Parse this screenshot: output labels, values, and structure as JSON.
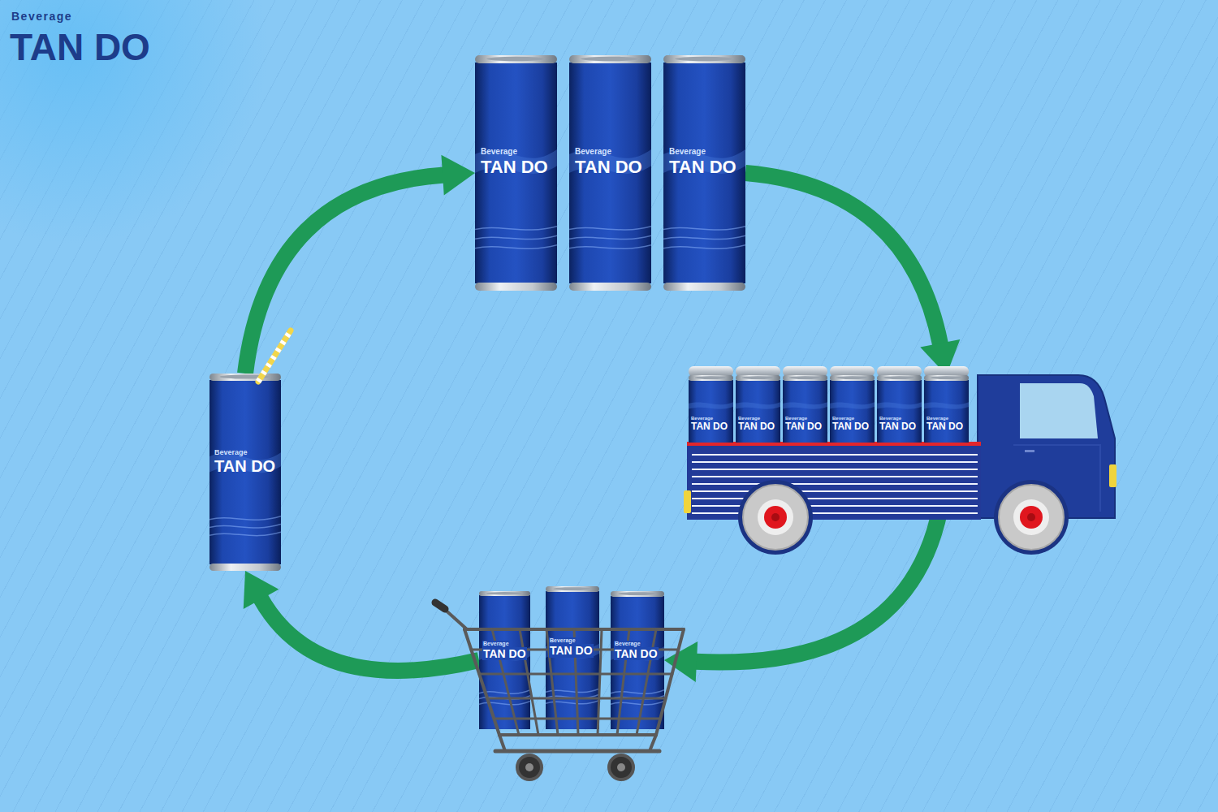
{
  "diagram": {
    "nodes": [
      {
        "text": [
          "Beverage",
          "TAN DO"
        ]
      },
      {
        "text": [
          "Beverage",
          "TAN DO"
        ]
      },
      {
        "text": [
          "Beverage",
          "TAN DO"
        ]
      },
      {
        "text": [
          "Beverage",
          "TAN DO"
        ]
      },
      {
        "text": [
          "Beverage",
          "TAN DO"
        ]
      },
      {
        "text": [
          "Beverage",
          "TAN DO"
        ]
      },
      {
        "text": [
          "Beverage",
          "TAN DO"
        ]
      },
      {
        "text": [
          "Beverage",
          "TAN DO"
        ]
      },
      {
        "text": [
          "Beverage",
          "TAN DO"
        ]
      },
      {
        "text": [
          "Beverage",
          "TAN DO"
        ]
      },
      {
        "text": [
          "Beverage",
          "TAN DO"
        ]
      },
      {
        "text": [
          "Beverage",
          "TAN DO"
        ]
      },
      {
        "text": [
          "Beverage",
          "TAN DO"
        ]
      }
    ],
    "edges": [
      {
        "from": 2,
        "to": 8,
        "arrow": "to"
      },
      {
        "from": 8,
        "to": 11,
        "arrow": "to"
      },
      {
        "from": 9,
        "to": 12,
        "arrow": "to"
      },
      {
        "from": 12,
        "to": 0,
        "arrow": "to"
      }
    ],
    "labels": [
      "Beverage",
      "TAN DO"
    ]
  }
}
